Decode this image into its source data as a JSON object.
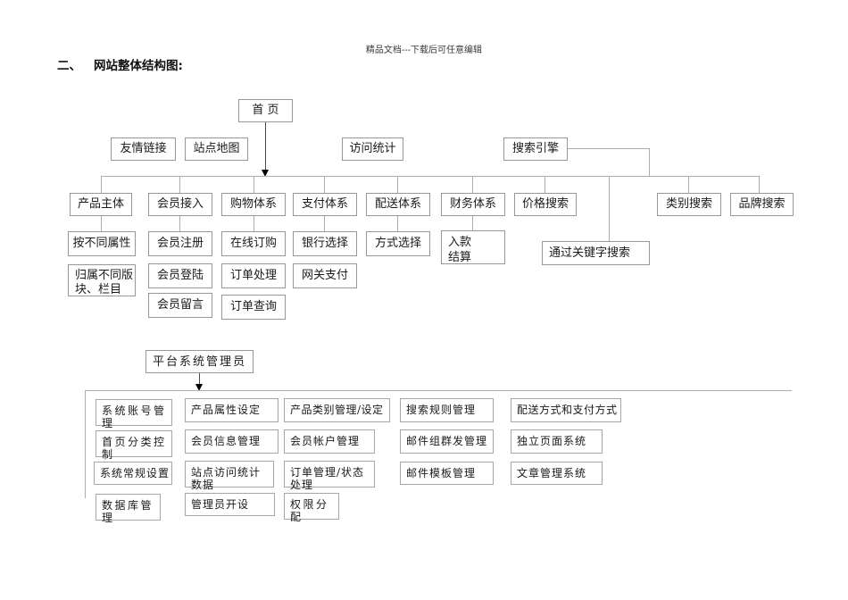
{
  "doc": {
    "watermark": "精品文档---下载后可任意编辑",
    "heading_index": "二、",
    "heading_title": "网站整体结构图:"
  },
  "site": {
    "root": "首  页",
    "friend_links": "友情链接",
    "site_map": "站点地图",
    "visit_stats": "访问统计",
    "search_engine": "搜索引擎",
    "keyword_search": "通过关键字搜索",
    "columns": [
      {
        "head": "产品主体",
        "children": [
          "按不同属性",
          "归属不同版块、栏目"
        ]
      },
      {
        "head": "会员接入",
        "children": [
          "会员注册",
          "会员登陆",
          "会员留言"
        ]
      },
      {
        "head": "购物体系",
        "children": [
          "在线订购",
          "订单处理",
          "订单查询"
        ]
      },
      {
        "head": "支付体系",
        "children": [
          "银行选择",
          "网关支付"
        ]
      },
      {
        "head": "配送体系",
        "children": [
          "方式选择"
        ]
      },
      {
        "head": "财务体系",
        "children": [
          "入款结算"
        ]
      },
      {
        "head": "价格搜索",
        "children": []
      },
      {
        "head": "类别搜索",
        "children": []
      },
      {
        "head": "品牌搜索",
        "children": []
      }
    ]
  },
  "admin": {
    "title": "平台系统管理员",
    "rows": [
      [
        "系统账号管理",
        "产品属性设定",
        "产品类别管理/设定",
        "搜索规则管理",
        "配送方式和支付方式"
      ],
      [
        "首页分类控制",
        "会员信息管理",
        "会员帐户管理",
        "邮件组群发管理",
        "独立页面系统"
      ],
      [
        "系统常规设置",
        "站点访问统计数据",
        "订单管理/状态处理",
        "邮件模板管理",
        "文章管理系统"
      ],
      [
        "数据库管理",
        "管理员开设",
        "权限分配"
      ]
    ]
  },
  "colors": {
    "connector": "#adadad",
    "box_border": "#979797",
    "arrow": "#000000"
  }
}
